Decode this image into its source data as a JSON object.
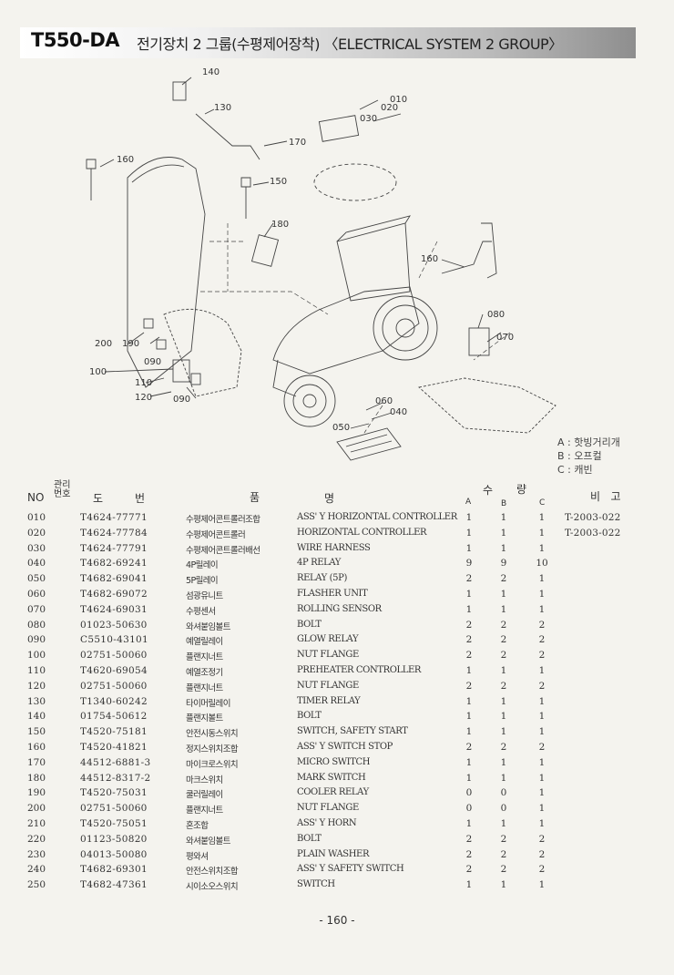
{
  "header": {
    "model": "T550-DA",
    "title": "전기장치 2 그룹(수평제어장착) 〈ELECTRICAL SYSTEM 2  GROUP〉"
  },
  "diagram": {
    "callouts": [
      "140",
      "130",
      "010",
      "020",
      "030",
      "170",
      "160",
      "150",
      "180",
      "160",
      "080",
      "070",
      "200",
      "190",
      "090",
      "100",
      "110",
      "120",
      "090",
      "060",
      "040",
      "050"
    ]
  },
  "legend": [
    "A : 핫빙거리개",
    "B : 오프컬",
    "C : 캐빈"
  ],
  "table": {
    "headers": {
      "no": "NO",
      "mgmt": "관리\n번호",
      "do": "도",
      "beon": "번",
      "pum": "품",
      "myeong": "명",
      "su": "수",
      "ryang": "량",
      "a": "A",
      "b": "B",
      "c": "C",
      "bigo": "비   고"
    },
    "rows": [
      {
        "no": "010",
        "pn": "T4624-77771",
        "kr": "수평제어콘트롤러조합",
        "en": "ASS' Y HORIZONTAL CONTROLLER",
        "a": "1",
        "b": "1",
        "c": "1",
        "rm": "T-2003-022"
      },
      {
        "no": "020",
        "pn": "T4624-77784",
        "kr": "수평제어콘트롤러",
        "en": "HORIZONTAL CONTROLLER",
        "a": "1",
        "b": "1",
        "c": "1",
        "rm": "T-2003-022"
      },
      {
        "no": "030",
        "pn": "T4624-77791",
        "kr": "수평제어콘트롤러배선",
        "en": "WIRE HARNESS",
        "a": "1",
        "b": "1",
        "c": "1",
        "rm": ""
      },
      {
        "no": "040",
        "pn": "T4682-69241",
        "kr": "4P릴레이",
        "en": "4P RELAY",
        "a": "9",
        "b": "9",
        "c": "10",
        "rm": ""
      },
      {
        "no": "050",
        "pn": "T4682-69041",
        "kr": "5P릴레이",
        "en": "RELAY (5P)",
        "a": "2",
        "b": "2",
        "c": "1",
        "rm": ""
      },
      {
        "no": "060",
        "pn": "T4682-69072",
        "kr": "섬광유니트",
        "en": "FLASHER UNIT",
        "a": "1",
        "b": "1",
        "c": "1",
        "rm": ""
      },
      {
        "no": "070",
        "pn": "T4624-69031",
        "kr": "수평센서",
        "en": "ROLLING SENSOR",
        "a": "1",
        "b": "1",
        "c": "1",
        "rm": ""
      },
      {
        "no": "080",
        "pn": "01023-50630",
        "kr": "와셔붙임볼트",
        "en": "BOLT",
        "a": "2",
        "b": "2",
        "c": "2",
        "rm": ""
      },
      {
        "no": "090",
        "pn": "C5510-43101",
        "kr": "예열릴레이",
        "en": "GLOW RELAY",
        "a": "2",
        "b": "2",
        "c": "2",
        "rm": ""
      },
      {
        "no": "100",
        "pn": "02751-50060",
        "kr": "플랜지너트",
        "en": "NUT FLANGE",
        "a": "2",
        "b": "2",
        "c": "2",
        "rm": ""
      },
      {
        "no": "110",
        "pn": "T4620-69054",
        "kr": "예열조정기",
        "en": "PREHEATER CONTROLLER",
        "a": "1",
        "b": "1",
        "c": "1",
        "rm": ""
      },
      {
        "no": "120",
        "pn": "02751-50060",
        "kr": "플랜지너트",
        "en": "NUT FLANGE",
        "a": "2",
        "b": "2",
        "c": "2",
        "rm": ""
      },
      {
        "no": "130",
        "pn": "T1340-60242",
        "kr": "타이머릴레이",
        "en": "TIMER RELAY",
        "a": "1",
        "b": "1",
        "c": "1",
        "rm": ""
      },
      {
        "no": "140",
        "pn": "01754-50612",
        "kr": "플랜지볼트",
        "en": "BOLT",
        "a": "1",
        "b": "1",
        "c": "1",
        "rm": ""
      },
      {
        "no": "150",
        "pn": "T4520-75181",
        "kr": "안전시동스위치",
        "en": "SWITCH, SAFETY START",
        "a": "1",
        "b": "1",
        "c": "1",
        "rm": ""
      },
      {
        "no": "160",
        "pn": "T4520-41821",
        "kr": "정지스위치조합",
        "en": "ASS' Y SWITCH STOP",
        "a": "2",
        "b": "2",
        "c": "2",
        "rm": ""
      },
      {
        "no": "170",
        "pn": "44512-6881-3",
        "kr": "마이크로스위치",
        "en": "MICRO SWITCH",
        "a": "1",
        "b": "1",
        "c": "1",
        "rm": ""
      },
      {
        "no": "180",
        "pn": "44512-8317-2",
        "kr": "마크스위치",
        "en": "MARK SWITCH",
        "a": "1",
        "b": "1",
        "c": "1",
        "rm": ""
      },
      {
        "no": "190",
        "pn": "T4520-75031",
        "kr": "쿨러릴레이",
        "en": "COOLER RELAY",
        "a": "0",
        "b": "0",
        "c": "1",
        "rm": ""
      },
      {
        "no": "200",
        "pn": "02751-50060",
        "kr": "플랜지너트",
        "en": "NUT FLANGE",
        "a": "0",
        "b": "0",
        "c": "1",
        "rm": ""
      },
      {
        "no": "210",
        "pn": "T4520-75051",
        "kr": "혼조합",
        "en": "ASS' Y HORN",
        "a": "1",
        "b": "1",
        "c": "1",
        "rm": ""
      },
      {
        "no": "220",
        "pn": "01123-50820",
        "kr": "와셔붙임볼트",
        "en": "BOLT",
        "a": "2",
        "b": "2",
        "c": "2",
        "rm": ""
      },
      {
        "no": "230",
        "pn": "04013-50080",
        "kr": "평와셔",
        "en": "PLAIN WASHER",
        "a": "2",
        "b": "2",
        "c": "2",
        "rm": ""
      },
      {
        "no": "240",
        "pn": "T4682-69301",
        "kr": "안전스위치조합",
        "en": "ASS' Y SAFETY SWITCH",
        "a": "2",
        "b": "2",
        "c": "2",
        "rm": ""
      },
      {
        "no": "250",
        "pn": "T4682-47361",
        "kr": "시이소오스위치",
        "en": "SWITCH",
        "a": "1",
        "b": "1",
        "c": "1",
        "rm": ""
      }
    ]
  },
  "page_number": "- 160 -"
}
